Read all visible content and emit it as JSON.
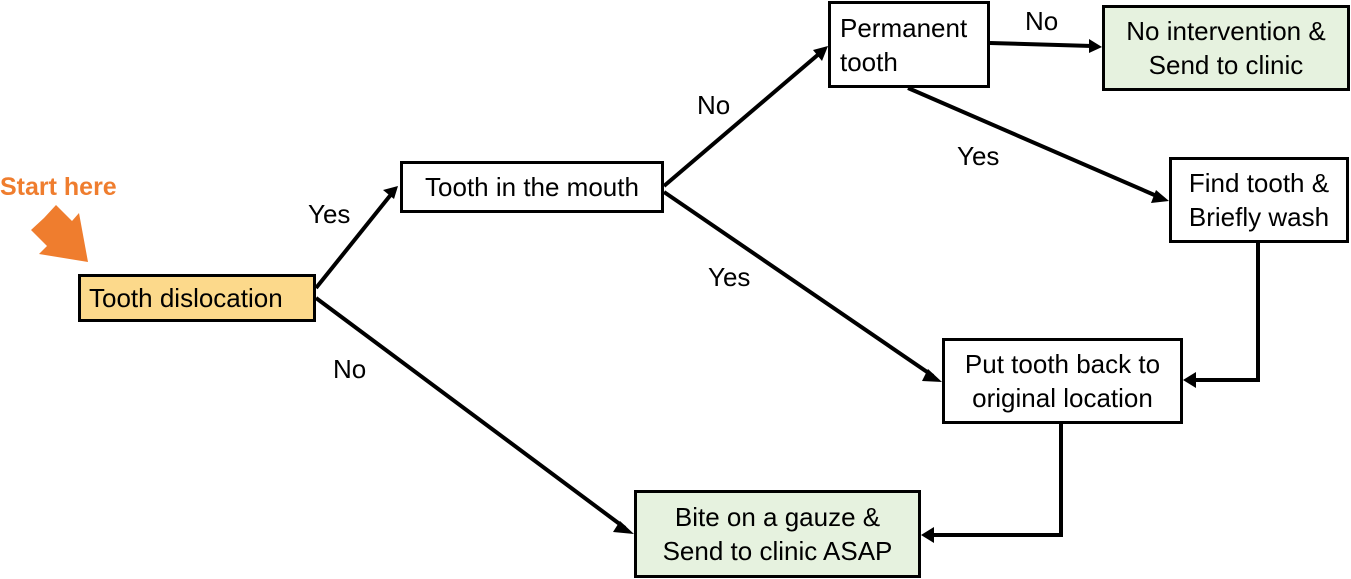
{
  "colors": {
    "start_fill": "#fcd98b",
    "terminal_fill": "#e6f2df",
    "process_fill": "#ffffff",
    "accent": "#ef7d2e",
    "line": "#000000"
  },
  "start_label": "Start here",
  "start_arrow_icon": "orange-arrow",
  "nodes": {
    "tooth_dislocation": "Tooth dislocation",
    "tooth_in_mouth": "Tooth in the mouth",
    "permanent_tooth": "Permanent\ntooth",
    "no_intervention": "No intervention &\nSend to clinic",
    "find_tooth": "Find tooth &\nBriefly wash",
    "put_back": "Put tooth back to\noriginal location",
    "bite_gauze": "Bite on a gauze &\nSend to clinic ASAP"
  },
  "edge_labels": {
    "dislocation_to_mouth": "Yes",
    "dislocation_to_gauze": "No",
    "mouth_to_permanent": "No",
    "mouth_to_putback": "Yes",
    "permanent_to_nointervention": "No",
    "permanent_to_find": "Yes"
  }
}
